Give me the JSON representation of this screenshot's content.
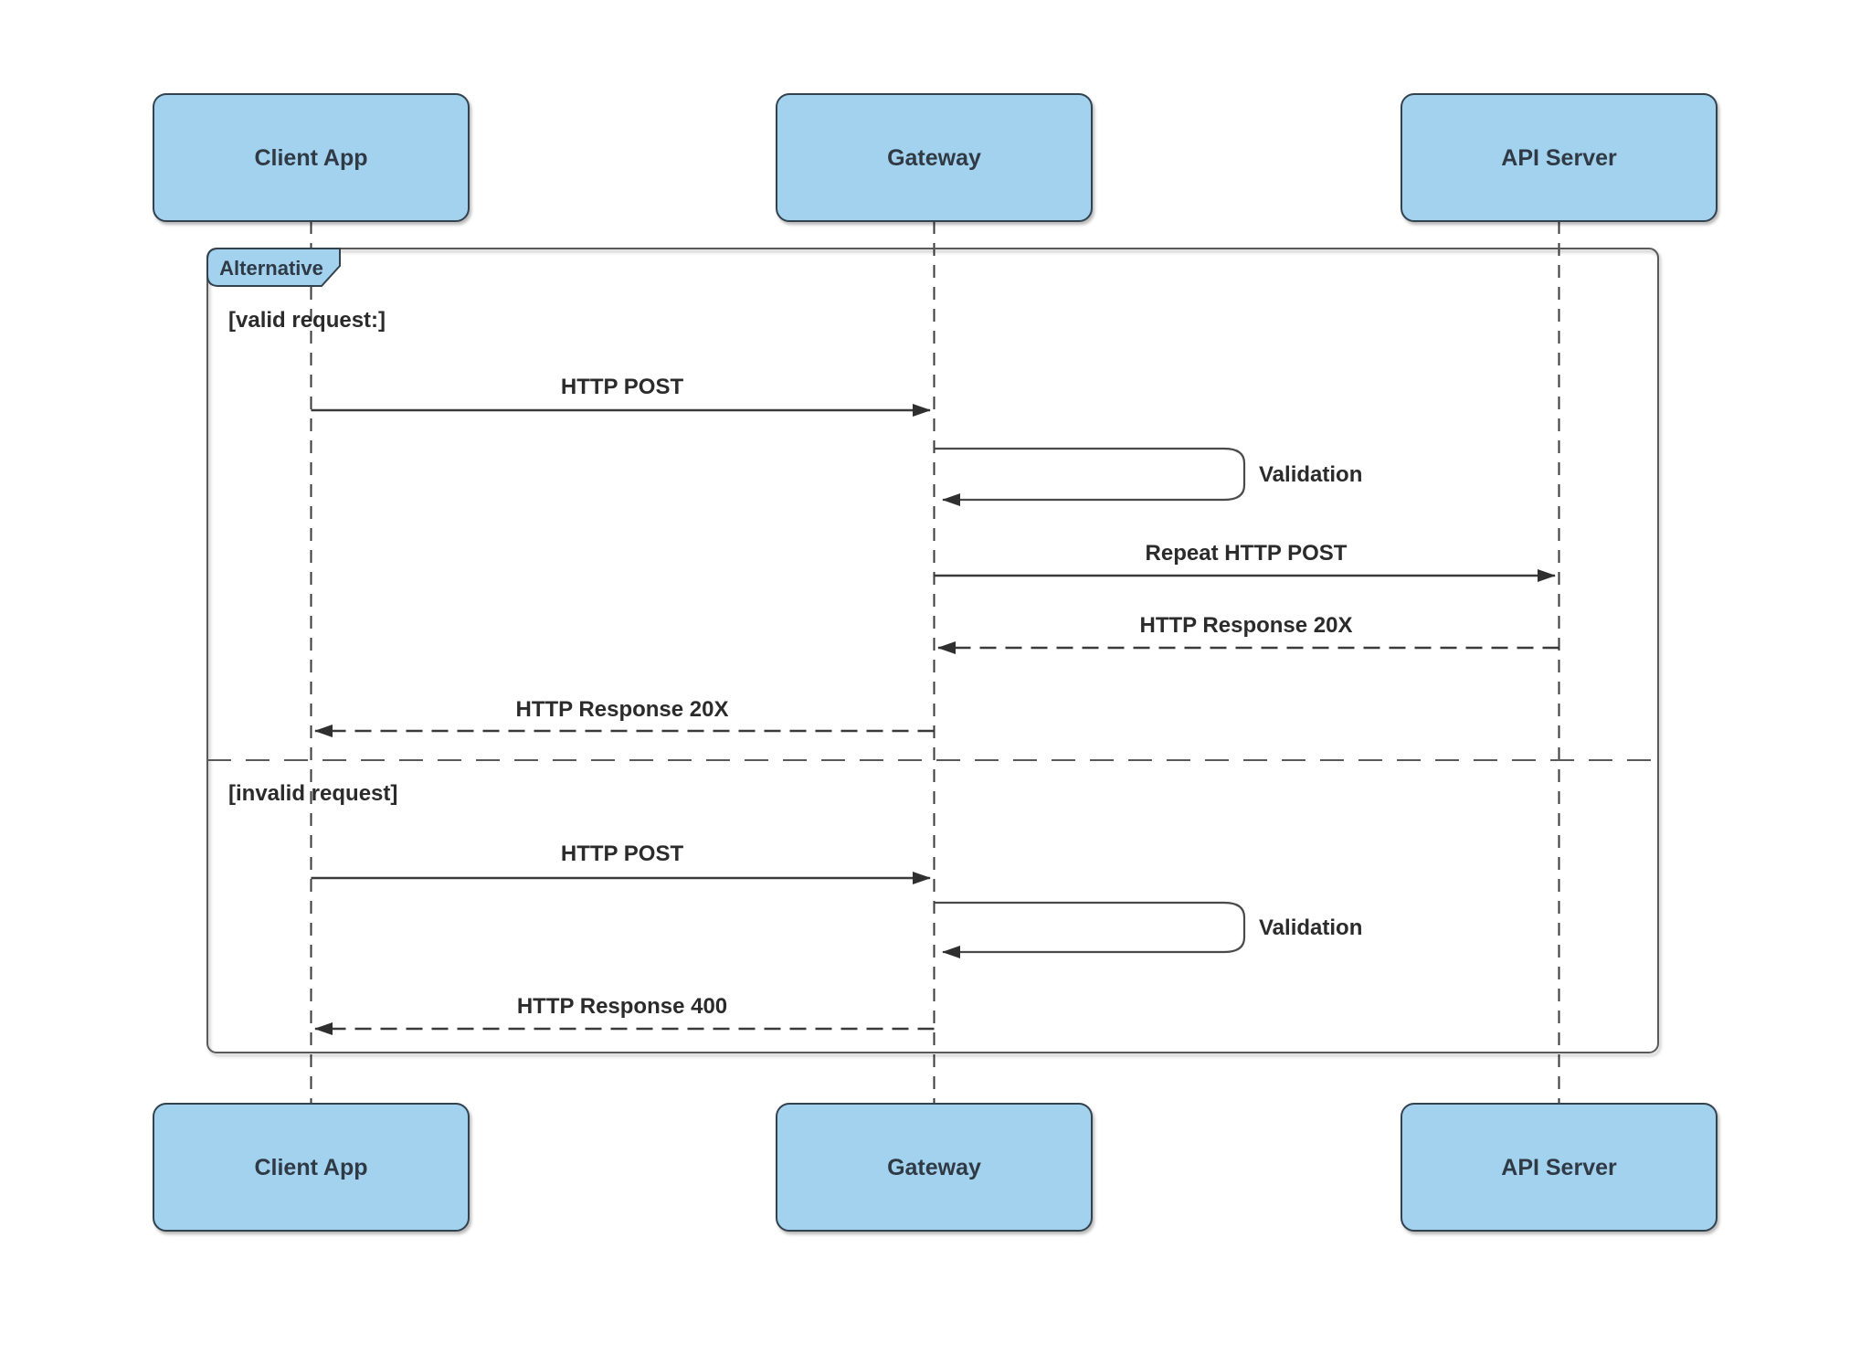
{
  "diagram": {
    "type": "uml-sequence-diagram",
    "background_color": "#FFFFFF",
    "colors": {
      "actor_fill": "#A3D2EF",
      "actor_border": "#33424F",
      "actor_text": "#2F3A45",
      "message_line": "#3A3A3A",
      "message_text": "#2B2B2B",
      "frame_border": "#5A5A5A"
    },
    "actors": [
      {
        "label": "Client App"
      },
      {
        "label": "Gateway"
      },
      {
        "label": "API Server"
      }
    ],
    "frame": {
      "label": "Alternative",
      "sections": [
        {
          "guard": "[valid request:]"
        },
        {
          "guard": "[invalid request]"
        }
      ]
    },
    "messages": [
      {
        "label": "HTTP POST",
        "from": "Client App",
        "to": "Gateway",
        "style": "solid"
      },
      {
        "label": "Validation",
        "from": "Gateway",
        "to": "Gateway",
        "style": "self"
      },
      {
        "label": "Repeat HTTP POST",
        "from": "Gateway",
        "to": "API Server",
        "style": "solid"
      },
      {
        "label": "HTTP Response 20X",
        "from": "API Server",
        "to": "Gateway",
        "style": "dashed"
      },
      {
        "label": "HTTP Response 20X",
        "from": "Gateway",
        "to": "Client App",
        "style": "dashed"
      },
      {
        "label": "HTTP POST",
        "from": "Client App",
        "to": "Gateway",
        "style": "solid"
      },
      {
        "label": "Validation",
        "from": "Gateway",
        "to": "Gateway",
        "style": "self"
      },
      {
        "label": "HTTP Response 400",
        "from": "Gateway",
        "to": "Client App",
        "style": "dashed"
      }
    ]
  }
}
